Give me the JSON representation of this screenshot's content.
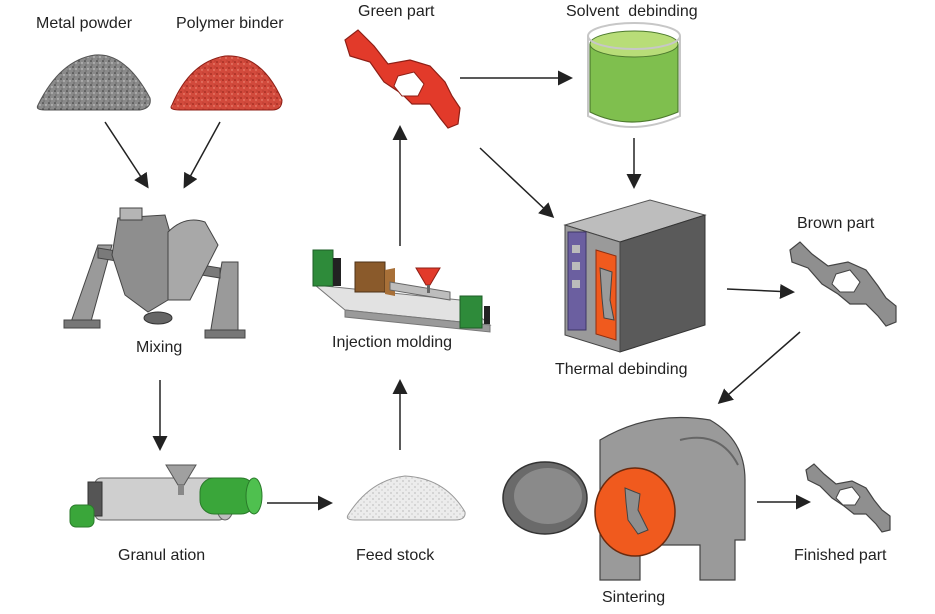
{
  "labels": {
    "metal_powder": "Metal powder",
    "polymer_binder": "Polymer binder",
    "green_part": "Green part",
    "solvent_debinding": "Solvent  debinding",
    "mixing": "Mixing",
    "injection_molding": "Injection molding",
    "thermal_debinding": "Thermal debinding",
    "brown_part": "Brown part",
    "granulation": "Granul ation",
    "feed_stock": "Feed stock",
    "sintering": "Sintering",
    "finished_part": "Finished part"
  },
  "colors": {
    "metal_powder": "#7a7a7a",
    "polymer_binder": "#d9473a",
    "green_part": "#e23a2a",
    "solvent_liquid": "#7fbf4e",
    "machine_gray": "#8f8f8f",
    "accent_green": "#3aa63a",
    "furnace_purple": "#6b5fa0",
    "furnace_glow": "#f05a1e",
    "arrow": "#222222"
  }
}
